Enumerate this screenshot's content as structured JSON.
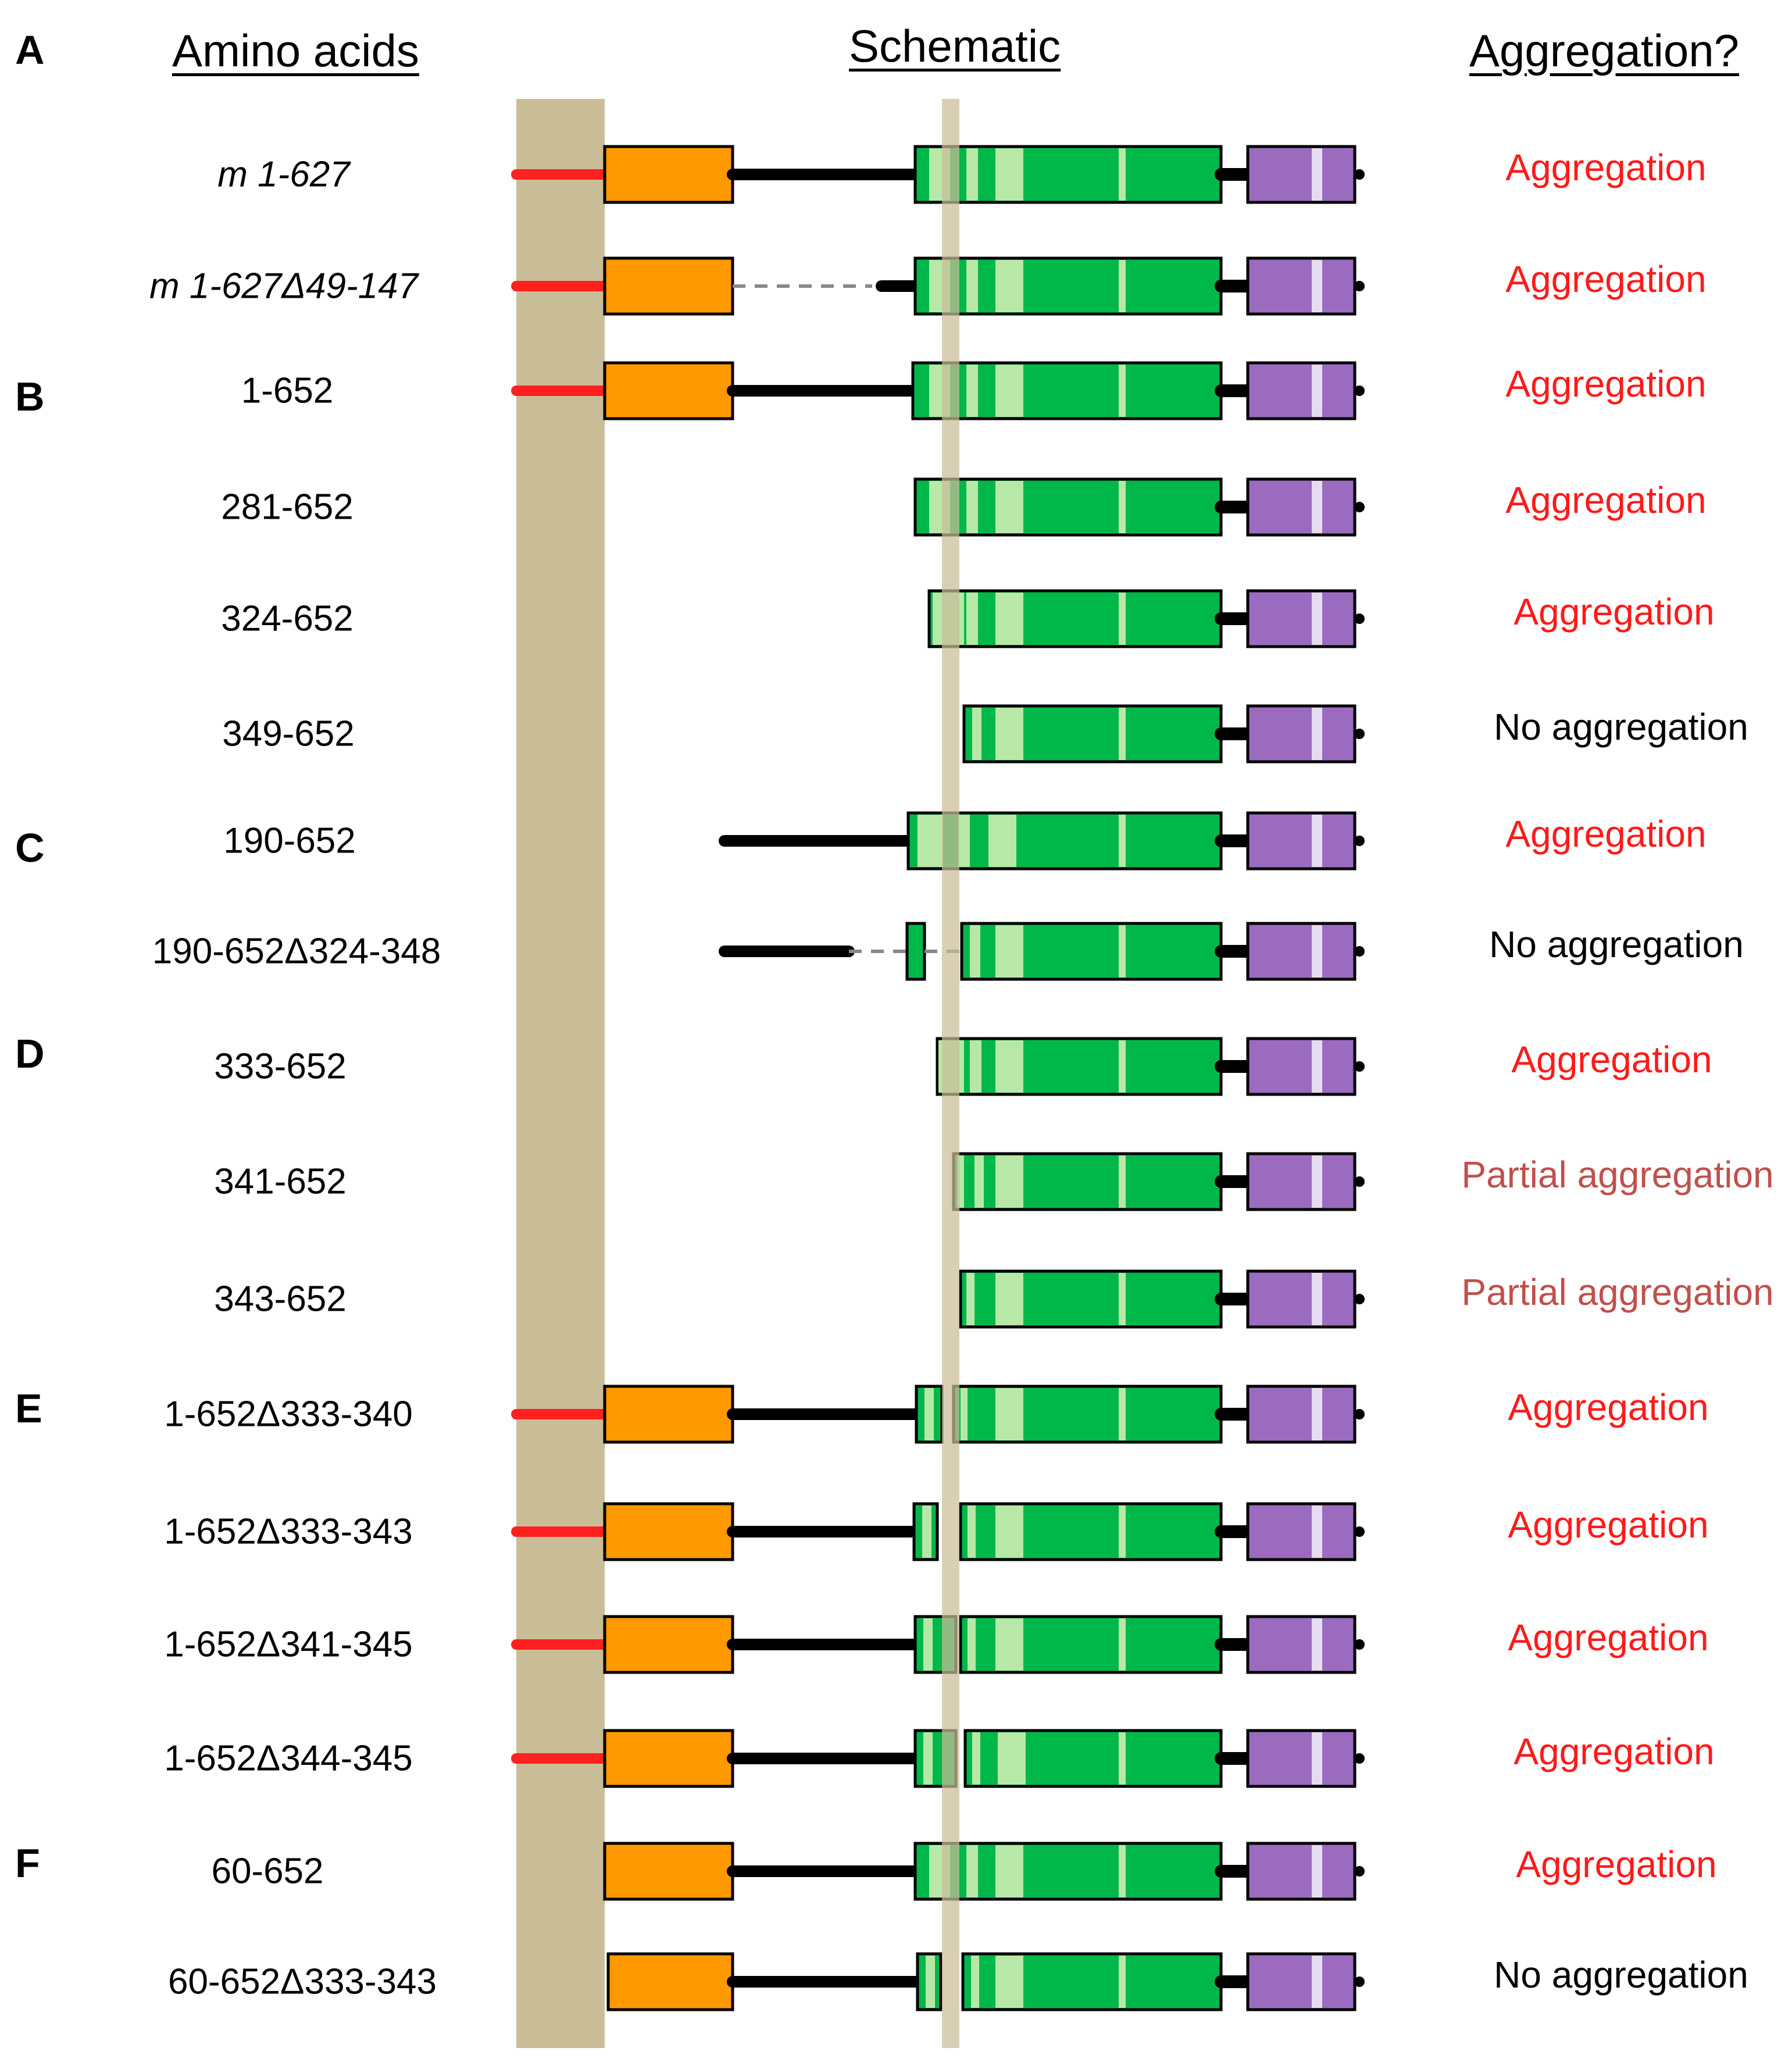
{
  "headers": {
    "amino_acids": "Amino acids",
    "schematic": "Schematic",
    "aggregation": "Aggregation?"
  },
  "panels": [
    "A",
    "B",
    "C",
    "D",
    "E",
    "F"
  ],
  "colors": {
    "tan_band": "#c9bd98",
    "n_tail": "#ff2020",
    "orange_domain": "#ff9900",
    "green_domain": "#00b84a",
    "light_green": "#b8e8a8",
    "purple_domain": "#9b6bbf",
    "purple_light": "#e6dcef",
    "linker": "#000000",
    "deleted": "#888888",
    "aggregation": "#ff1a1a",
    "partial": "#c0504d",
    "no_aggregation": "#000000"
  },
  "constructs": [
    {
      "label": "m 1-627",
      "italic": true,
      "result": "Aggregation",
      "status": "agg"
    },
    {
      "label": "m 1-627Δ49-147",
      "italic": true,
      "result": "Aggregation",
      "status": "agg"
    },
    {
      "label": "1-652",
      "italic": false,
      "result": "Aggregation",
      "status": "agg"
    },
    {
      "label": "281-652",
      "italic": false,
      "result": "Aggregation",
      "status": "agg"
    },
    {
      "label": "324-652",
      "italic": false,
      "result": "Aggregation",
      "status": "agg"
    },
    {
      "label": "349-652",
      "italic": false,
      "result": "No aggregation",
      "status": "none"
    },
    {
      "label": "190-652",
      "italic": false,
      "result": "Aggregation",
      "status": "agg"
    },
    {
      "label": "190-652Δ324-348",
      "italic": false,
      "result": "No aggregation",
      "status": "none"
    },
    {
      "label": "333-652",
      "italic": false,
      "result": "Aggregation",
      "status": "agg"
    },
    {
      "label": "341-652",
      "italic": false,
      "result": "Partial aggregation",
      "status": "partial"
    },
    {
      "label": "343-652",
      "italic": false,
      "result": "Partial aggregation",
      "status": "partial"
    },
    {
      "label": "1-652Δ333-340",
      "italic": false,
      "result": "Aggregation",
      "status": "agg"
    },
    {
      "label": "1-652Δ333-343",
      "italic": false,
      "result": "Aggregation",
      "status": "agg"
    },
    {
      "label": "1-652Δ341-345",
      "italic": false,
      "result": "Aggregation",
      "status": "agg"
    },
    {
      "label": "1-652Δ344-345",
      "italic": false,
      "result": "Aggregation",
      "status": "agg"
    },
    {
      "label": "60-652",
      "italic": false,
      "result": "Aggregation",
      "status": "agg"
    },
    {
      "label": "60-652Δ333-343",
      "italic": false,
      "result": "No aggregation",
      "status": "none"
    }
  ]
}
